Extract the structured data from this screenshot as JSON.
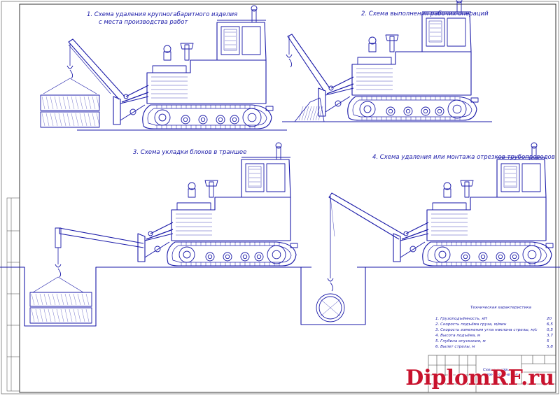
{
  "captions": {
    "s1_line1": "1. Схема удаления крупногабаритного изделия",
    "s1_line2": "с места производства работ",
    "s2": "2. Схема выполнения рабочих операций",
    "s3": "3. Схема укладки блоков в траншее",
    "s4": "4. Схема удаления или монтажа отрезков трубопроводов"
  },
  "specs": {
    "title": "Техническая характеристика",
    "items": [
      {
        "label": "1. Грузоподъёмность, кН",
        "value": "20"
      },
      {
        "label": "2. Скорость подъёма груза, м/мин",
        "value": "6,5"
      },
      {
        "label": "3. Скорость изменения угла наклона стрелы, м/с",
        "value": "0,5"
      },
      {
        "label": "4. Высота подъёма, м",
        "value": "3,7"
      },
      {
        "label": "5. Глубина опускания, м",
        "value": "5"
      },
      {
        "label": "6. Вылет стрелы, м",
        "value": "5,8"
      }
    ]
  },
  "title_block": {
    "drawing_name_line1": "Схема выполнения",
    "drawing_name_line2": "технологических"
  },
  "watermark": "DiplomRF.ru",
  "colors": {
    "line": "#1a1aa8",
    "frame": "#444444",
    "watermark": "#c8122d"
  }
}
